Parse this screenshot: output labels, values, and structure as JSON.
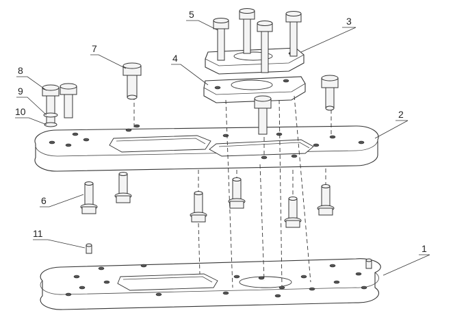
{
  "labels": {
    "p1": "1",
    "p2": "2",
    "p3": "3",
    "p4": "4",
    "p5": "5",
    "p6": "6",
    "p7": "7",
    "p8": "8",
    "p9": "9",
    "p10": "10",
    "p11": "11"
  },
  "colors": {
    "line": "#333333",
    "background": "#ffffff"
  }
}
